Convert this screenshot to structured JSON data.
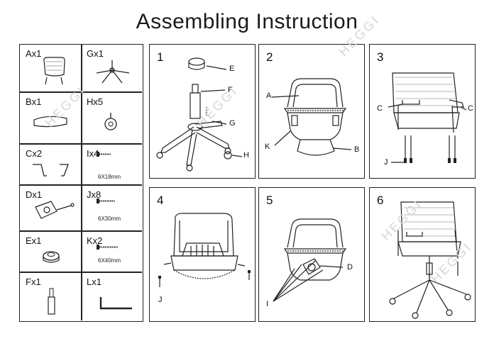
{
  "title": "Assembling Instruction",
  "watermark": "HEGGI",
  "parts": [
    {
      "code": "Ax1",
      "name": "backrest-seat-frame"
    },
    {
      "code": "Gx1",
      "name": "five-star-base"
    },
    {
      "code": "Bx1",
      "name": "seat-cushion"
    },
    {
      "code": "Hx5",
      "name": "caster"
    },
    {
      "code": "Cx2",
      "name": "armrest"
    },
    {
      "code": "Ix4",
      "name": "screw-short",
      "size": "6X18mm"
    },
    {
      "code": "Dx1",
      "name": "mechanism"
    },
    {
      "code": "Jx8",
      "name": "screw-medium",
      "size": "6X30mm"
    },
    {
      "code": "Ex1",
      "name": "cover-ring"
    },
    {
      "code": "Kx2",
      "name": "screw-long",
      "size": "6X40mm"
    },
    {
      "code": "Fx1",
      "name": "gas-lift"
    },
    {
      "code": "Lx1",
      "name": "allen-key"
    }
  ],
  "steps": [
    {
      "number": "1",
      "callouts": [
        "E",
        "F",
        "G",
        "H"
      ]
    },
    {
      "number": "2",
      "callouts": [
        "A",
        "K",
        "B"
      ]
    },
    {
      "number": "3",
      "callouts": [
        "C",
        "C",
        "J"
      ]
    },
    {
      "number": "4",
      "callouts": [
        "J"
      ]
    },
    {
      "number": "5",
      "callouts": [
        "D",
        "I"
      ]
    },
    {
      "number": "6",
      "callouts": []
    }
  ]
}
